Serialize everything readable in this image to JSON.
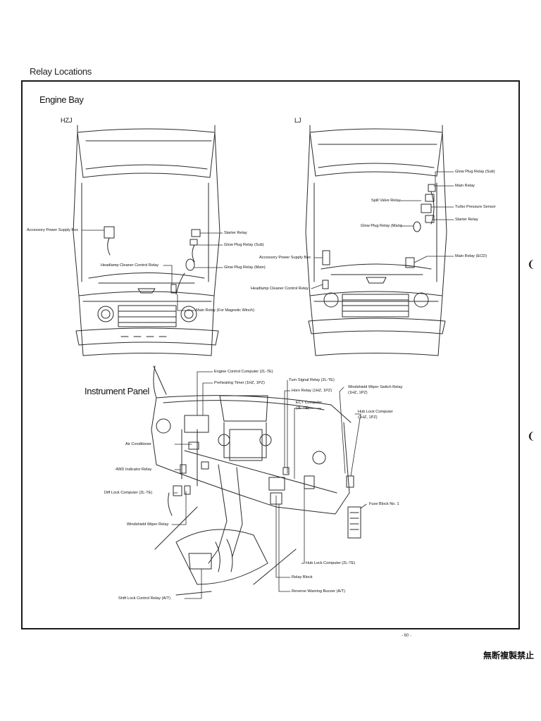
{
  "page": {
    "heading": "Relay Locations",
    "page_number": "- 60 -",
    "copyright_notice": "無断複製禁止"
  },
  "engine_bay": {
    "title": "Engine Bay",
    "hzj": {
      "variant_label": "HZJ",
      "labels": {
        "accessory_power_supply_box": "Accessory Power Supply Box",
        "starter_relay": "Starter Relay",
        "glow_plug_relay_sub": "Glow Plug Relay (Sub)",
        "headlamp_cleaner_control_relay": "Headlamp Cleaner Control Relay",
        "glow_plug_relay_main": "Glow Plug Relay (Main)",
        "main_relay_magnetic_winch": "Main Relay (For Magnetic Winch)"
      }
    },
    "lj": {
      "variant_label": "LJ",
      "labels": {
        "glow_plug_relay_sub": "Glow Plug Relay (Sub)",
        "main_relay": "Main Relay",
        "spill_valve_relay": "Spill Valve Relay",
        "turbo_pressure_sensor": "Turbo Pressure Sensor",
        "starter_relay": "Starter Relay",
        "glow_plug_relay_main": "Glow Plug Relay (Main)",
        "accessory_power_supply_box": "Accessory Power Supply Box",
        "main_relay_ecd": "Main Relay (ECD)",
        "headlamp_cleaner_control_relay": "Headlamp Cleaner Control Relay"
      }
    }
  },
  "instrument_panel": {
    "title": "Instrument Panel",
    "labels": {
      "engine_control_computer": "Engine Control Computer (2L-TE)",
      "preheating_timer": "Preheating Timer (1HZ, 1PZ)",
      "turn_signal_relay": "Turn Signal Relay (2L-TE)",
      "horn_relay": "Horn Relay (1HZ, 1PZ)",
      "windshield_wiper_switch_relay_1": "Windshield Wiper Switch Relay",
      "windshield_wiper_switch_relay_2": "(1HZ, 1PZ)",
      "ect_computer_1": "ECT Computer",
      "ect_computer_2": "(2L-TE)",
      "hub_lock_computer_1": "Hub Lock Computer",
      "hub_lock_computer_2": "(1HZ, 1PZ)",
      "air_conditioner": "Air Conditioner",
      "fourwd_indicator_relay": "4WD Indicator Relay",
      "diff_lock_computer": "Diff Lock Computer (2L-TE)",
      "fuse_block_no1": "Fuse Block No. 1",
      "windshield_wiper_relay": "Windshield Wiper Relay",
      "hub_lock_computer_2lte": "Hub Lock Computer (2L-TE)",
      "relay_block": "Relay Block",
      "reverse_warning_buzzer": "Reverse Warning Buzzer (A/T)",
      "shift_lock_control_relay": "Shift Lock Control Relay (A/T)"
    }
  }
}
